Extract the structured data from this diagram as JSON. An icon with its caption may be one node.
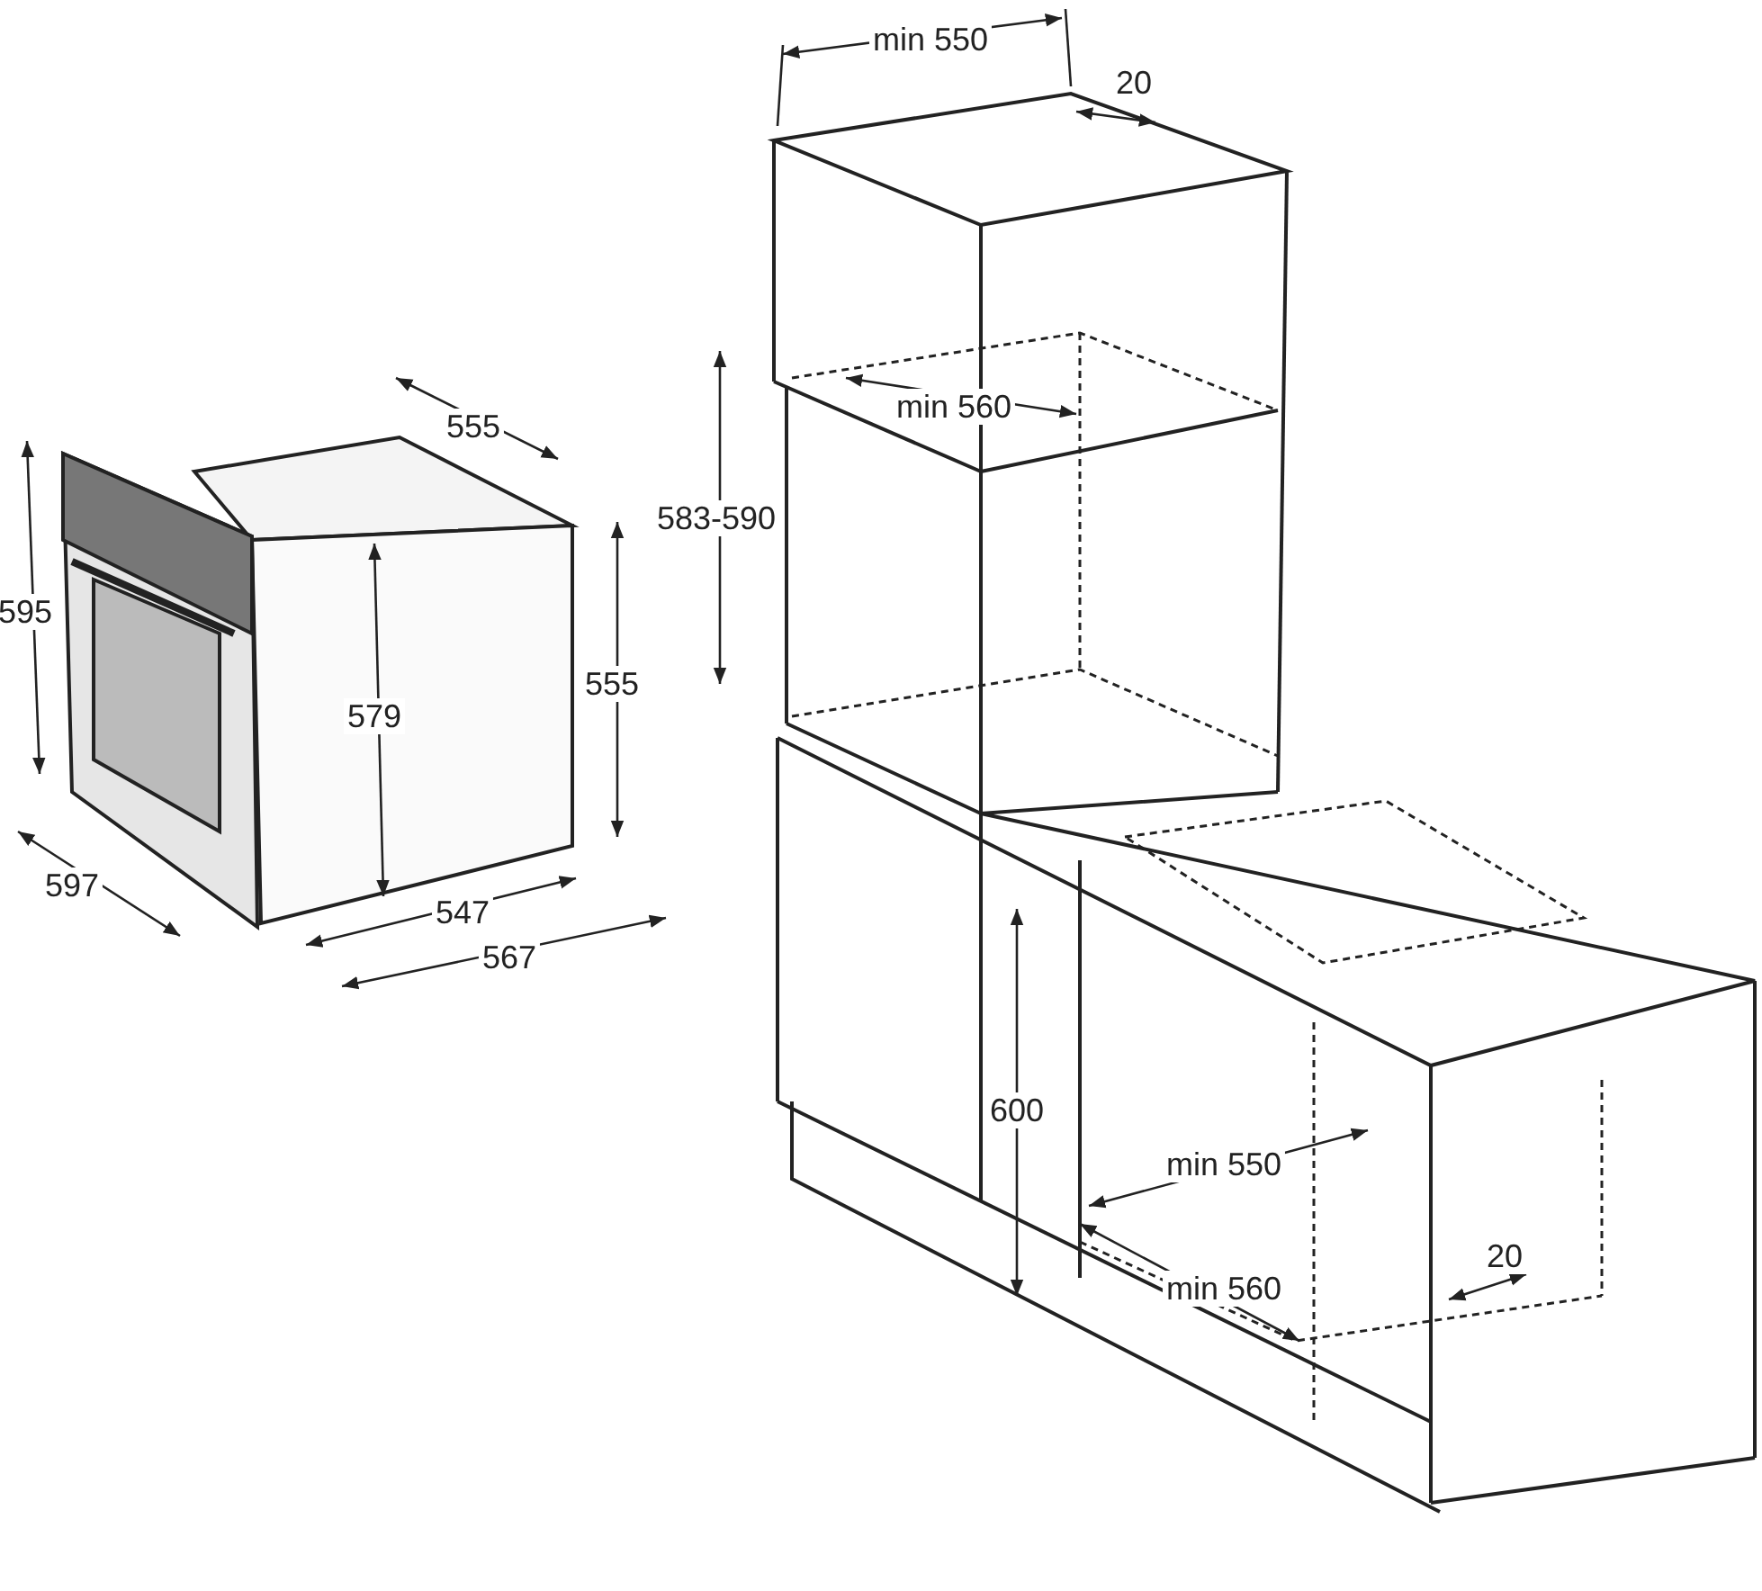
{
  "diagram": {
    "labels": [
      "min 550",
      "20",
      "min 560",
      "555",
      "583-590",
      "595",
      "555",
      "579",
      "597",
      "547",
      "567",
      "600",
      "min 550",
      "20",
      "min 560"
    ]
  }
}
